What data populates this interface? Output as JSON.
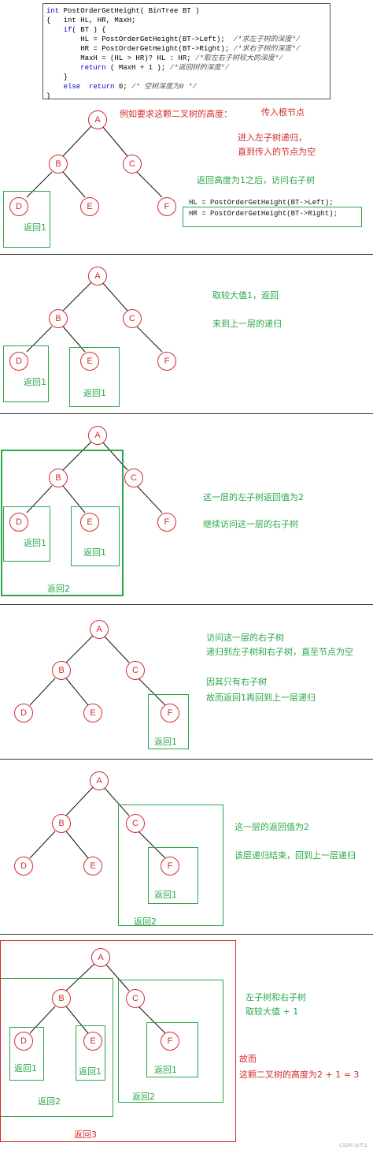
{
  "code": {
    "lines": [
      {
        "kw": "int",
        "text": " PostOrderGetHeight( BinTree BT )",
        "cm": ""
      },
      {
        "kw": "",
        "text": "{   int HL, HR, MaxH;",
        "cm": ""
      },
      {
        "kw": "    if",
        "text": "( BT ) {",
        "cm": ""
      },
      {
        "kw": "",
        "text": "        HL = PostOrderGetHeight(BT->Left);  ",
        "cm": "/*求左子树的深度*/"
      },
      {
        "kw": "",
        "text": "        HR = PostOrderGetHeight(BT->Right); ",
        "cm": "/*求右子树的深度*/"
      },
      {
        "kw": "",
        "text": "        MaxH = (HL > HR)? HL : HR; ",
        "cm": "/*取左右子树较大的深度*/"
      },
      {
        "kw": "        return",
        "text": " ( MaxH + 1 ); ",
        "cm": "/*返回树的深度*/"
      },
      {
        "kw": "",
        "text": "    }",
        "cm": ""
      },
      {
        "kw": "    else  return",
        "text": " 0; ",
        "cm": "/* 空树深度为0 */"
      },
      {
        "kw": "",
        "text": "}",
        "cm": ""
      }
    ]
  },
  "nodes": {
    "a": "A",
    "b": "B",
    "c": "C",
    "d": "D",
    "e": "E",
    "f": "F"
  },
  "panel1": {
    "note_example": "例如要求这颗二叉树的高度：",
    "note_root": "传入根节点",
    "note_left_1": "进入左子树递归，",
    "note_left_2": "直到传入的节点为空",
    "note_return1": "返回高度为1之后，访问右子树",
    "code_hl": "HL = PostOrderGetHeight(BT->Left);",
    "code_hr": "HR = PostOrderGetHeight(BT->Right);",
    "box_d": "返回1"
  },
  "panel2": {
    "note_1": "取较大值1，返回",
    "note_2": "来到上一层的递归",
    "box_d": "返回1",
    "box_e": "返回1"
  },
  "panel3": {
    "note_1": "这一层的左子树返回值为2",
    "note_2": "继续访问这一层的右子树",
    "box_d": "返回1",
    "box_e": "返回1",
    "box_b": "返回2"
  },
  "panel4": {
    "note_1": "访问这一层的右子树",
    "note_2": "递归到左子树和右子树，直至节点为空",
    "note_3": "因其只有右子树",
    "note_4": "故而返回1再回到上一层递归",
    "box_f": "返回1"
  },
  "panel5": {
    "note_1": "这一层的返回值为2",
    "note_2": "该层递归结束，回到上一层递归",
    "box_f": "返回1",
    "box_c": "返回2"
  },
  "panel6": {
    "note_1": "左子树和右子树",
    "note_2": "取较大值 + 1",
    "note_3": "故而",
    "note_4": "这颗二叉树的高度为2 + 1 =  3",
    "box_d": "返回1",
    "box_e": "返回1",
    "box_f": "返回1",
    "box_b": "返回2",
    "box_c": "返回2",
    "box_a": "返回3"
  },
  "footer": "CSDN @只上",
  "colors": {
    "red": "#d32b2b",
    "green": "#2aa84a",
    "edge": "#111111"
  }
}
